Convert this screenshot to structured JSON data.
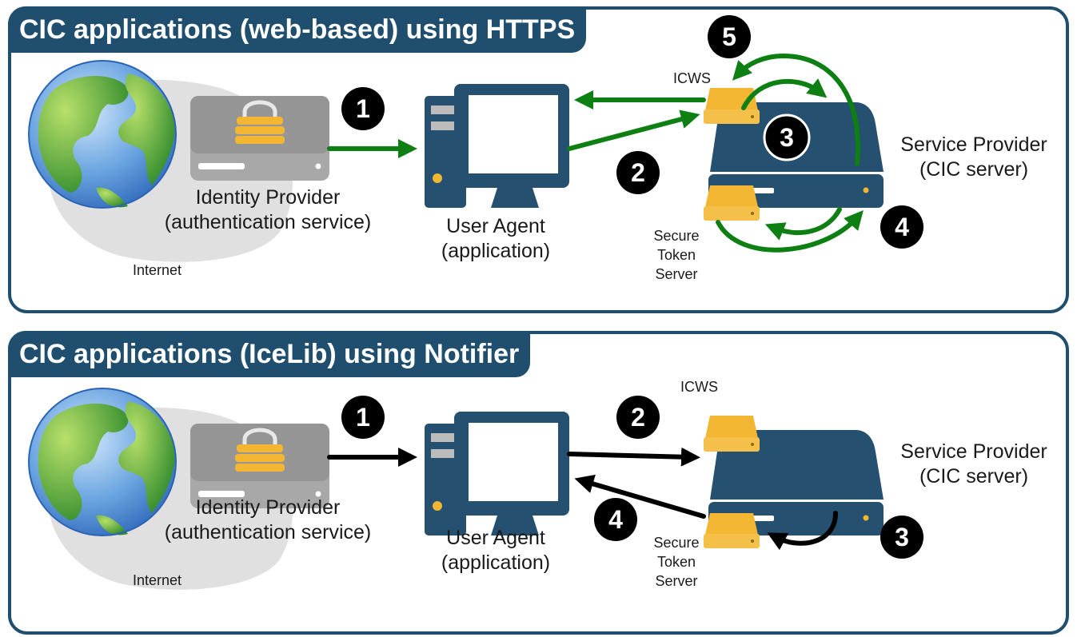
{
  "panels": [
    {
      "title": "CIC applications (web-based) using HTTPS",
      "internet_label": "Internet",
      "idp_label": [
        "Identity Provider",
        "(authentication service)"
      ],
      "user_agent_label": [
        "User Agent",
        "(application)"
      ],
      "icws_label": "ICWS",
      "sts_label": [
        "Secure",
        "Token",
        "Server"
      ],
      "sp_label": [
        "Service Provider",
        "(CIC server)"
      ],
      "steps": [
        "1",
        "2",
        "3",
        "4",
        "5"
      ],
      "arrow_color": "#0e7f12"
    },
    {
      "title": "CIC applications (IceLib) using Notifier",
      "internet_label": "Internet",
      "idp_label": [
        "Identity Provider",
        "(authentication service)"
      ],
      "user_agent_label": [
        "User Agent",
        "(application)"
      ],
      "icws_label": "ICWS",
      "sts_label": [
        "Secure",
        "Token",
        "Server"
      ],
      "sp_label": [
        "Service Provider",
        "(CIC server)"
      ],
      "steps": [
        "1",
        "2",
        "3",
        "4"
      ],
      "arrow_color": "#000000"
    }
  ],
  "colors": {
    "panel_border": "#1f4e6e",
    "server_blue": "#26506f",
    "device_gold": "#f2b632",
    "idp_gray": "#9e9e9e"
  }
}
